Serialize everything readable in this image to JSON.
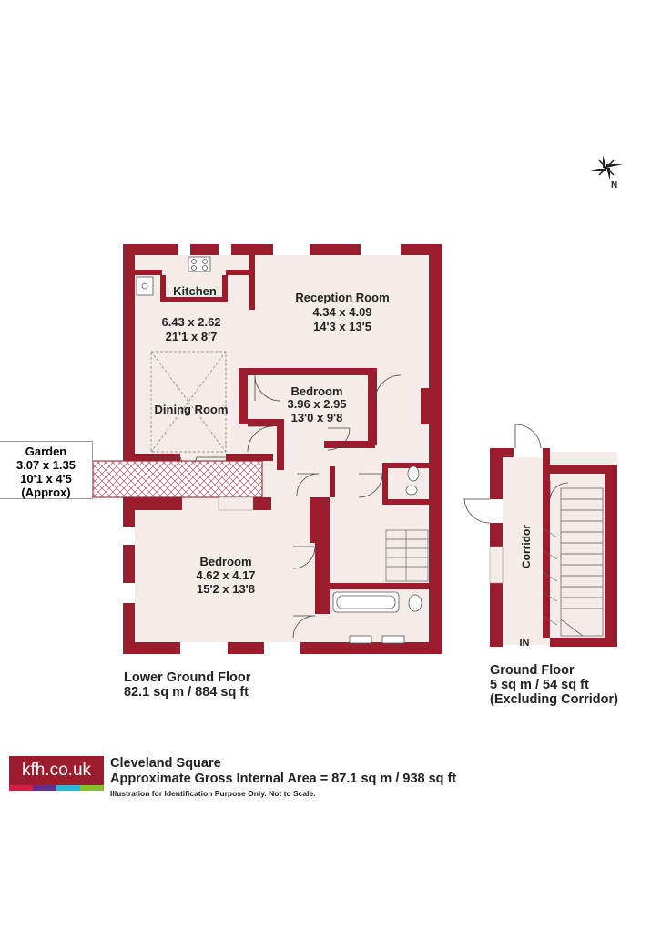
{
  "colors": {
    "wall": "#9b1c2d",
    "floor": "#f3ece8",
    "brand_bars": [
      "#d51d46",
      "#61308c",
      "#28b7d6",
      "#8dbd2d"
    ]
  },
  "compass": {
    "label": "N",
    "icon": "compass-rose-icon"
  },
  "rooms": {
    "kitchen": {
      "name": "Kitchen"
    },
    "kitchen_dining": {
      "metric": "6.43 x 2.62",
      "imperial": "21'1 x 8'7"
    },
    "dining": {
      "name": "Dining Room"
    },
    "reception": {
      "name": "Reception Room",
      "metric": "4.34 x 4.09",
      "imperial": "14'3 x 13'5"
    },
    "bedroom1": {
      "name": "Bedroom",
      "metric": "3.96 x 2.95",
      "imperial": "13'0 x 9'8"
    },
    "bedroom2": {
      "name": "Bedroom",
      "metric": "4.62 x 4.17",
      "imperial": "15'2 x 13'8"
    },
    "corridor": {
      "name": "Corridor"
    }
  },
  "garden": {
    "name": "Garden",
    "metric": "3.07 x 1.35",
    "imperial": "10'1 x 4'5",
    "note": "(Approx)"
  },
  "entrance_label": "IN",
  "floors": {
    "lower_ground": {
      "name": "Lower Ground Floor",
      "area": "82.1 sq m / 884 sq ft"
    },
    "ground": {
      "name": "Ground Floor",
      "area": "5 sq m / 54 sq ft",
      "note": "(Excluding Corridor)"
    }
  },
  "footer": {
    "brand": "kfh.co.uk",
    "property": "Cleveland Square",
    "gross_area": "Approximate Gross Internal Area = 87.1 sq m / 938 sq ft",
    "disclaimer": "Illustration for Identification Purpose Only. Not to Scale."
  }
}
